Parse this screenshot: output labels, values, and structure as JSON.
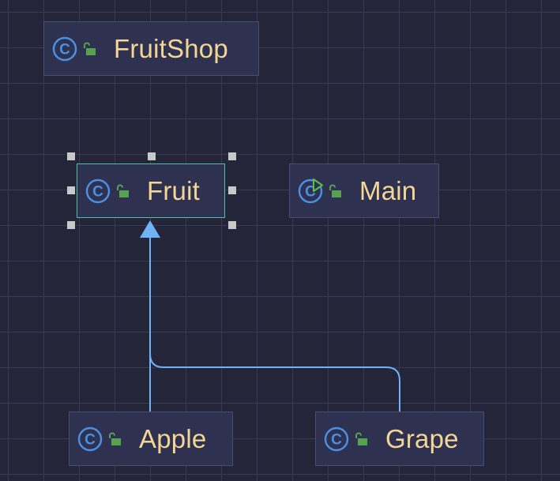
{
  "diagram": {
    "classes": [
      {
        "id": "fruitshop",
        "name": "FruitShop",
        "kind": "class-icon",
        "visibility": "public"
      },
      {
        "id": "fruit",
        "name": "Fruit",
        "kind": "class-icon",
        "visibility": "public",
        "selected": true
      },
      {
        "id": "main",
        "name": "Main",
        "kind": "runnable-class-icon",
        "visibility": "public"
      },
      {
        "id": "apple",
        "name": "Apple",
        "kind": "class-icon",
        "visibility": "public"
      },
      {
        "id": "grape",
        "name": "Grape",
        "kind": "class-icon",
        "visibility": "public"
      }
    ],
    "relations": [
      {
        "from": "Apple",
        "to": "Fruit",
        "type": "inheritance"
      },
      {
        "from": "Grape",
        "to": "Fruit",
        "type": "inheritance"
      }
    ],
    "colors": {
      "background": "#25253a",
      "grid": "#3a3a56",
      "node_fill": "#2e3150",
      "node_border": "#4a4e6e",
      "selected_border": "#4fbfa8",
      "label": "#f3d695",
      "class_icon": "#4b8fe0",
      "run_triangle": "#5cbf4e",
      "lock_icon": "#56a24f",
      "edge": "#6fb2f5",
      "handle": "#c8c8c8"
    }
  }
}
